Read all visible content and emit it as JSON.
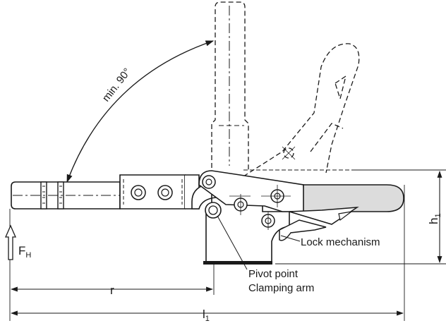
{
  "labels": {
    "angle": "min. 90°",
    "lock_mechanism": "Lock mechanism",
    "pivot_point": "Pivot point",
    "clamping_arm": "Clamping arm",
    "dim_r": "r",
    "dim_h_main": "h",
    "dim_h_sub": "1",
    "dim_l_main": "l",
    "dim_l_sub": "1",
    "force_main": "F",
    "force_sub": "H"
  },
  "colors": {
    "line": "#1a1a1a",
    "body_fill": "#f0f0f0",
    "handle_fill": "#dcdcdc"
  }
}
